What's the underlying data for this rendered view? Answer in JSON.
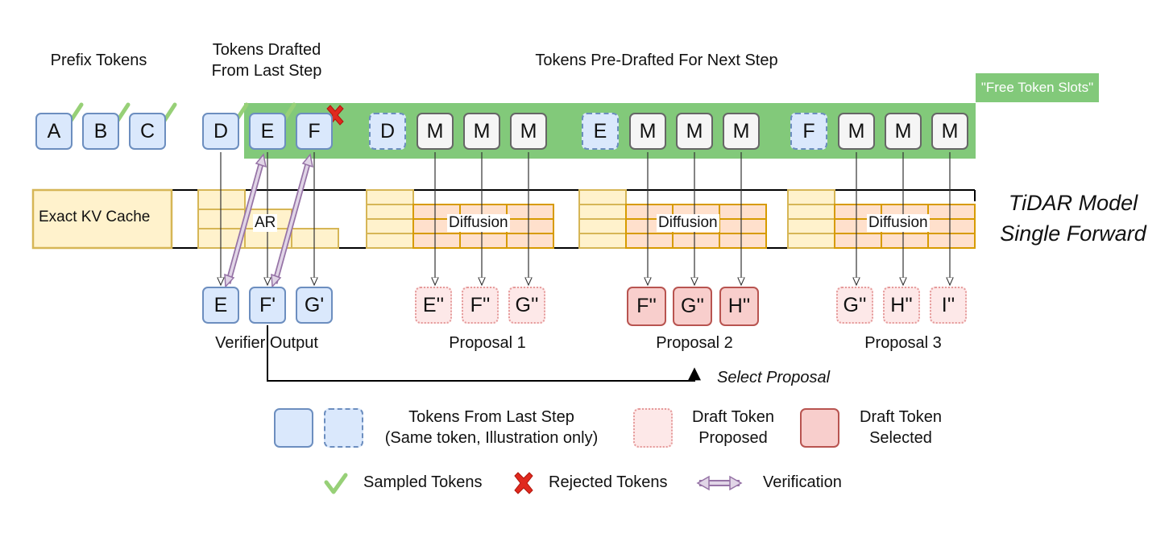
{
  "headers": {
    "prefix": "Prefix Tokens",
    "drafted_line1": "Tokens Drafted",
    "drafted_line2": "From Last Step",
    "predrafted": "Tokens Pre-Drafted For Next Step"
  },
  "free_slots": "\"Free Token Slots\"",
  "model_title_line1": "TiDAR Model",
  "model_title_line2": "Single Forward",
  "input_tokens": {
    "prefix": [
      "A",
      "B",
      "C"
    ],
    "drafted": [
      "D",
      "E",
      "F"
    ],
    "group1": [
      "D",
      "M",
      "M",
      "M"
    ],
    "group2": [
      "E",
      "M",
      "M",
      "M"
    ],
    "group3": [
      "F",
      "M",
      "M",
      "M"
    ]
  },
  "blocks": {
    "kv_cache": "Exact KV Cache",
    "ar": "AR",
    "diffusion": "Diffusion"
  },
  "outputs": {
    "verifier": [
      "E",
      "F'",
      "G'"
    ],
    "proposal1": [
      "E''",
      "F''",
      "G''"
    ],
    "proposal2": [
      "F''",
      "G''",
      "H''"
    ],
    "proposal3": [
      "G''",
      "H''",
      "I''"
    ]
  },
  "captions": {
    "verifier": "Verifier Output",
    "proposal1": "Proposal 1",
    "proposal2": "Proposal 2",
    "proposal3": "Proposal 3",
    "select": "Select Proposal"
  },
  "legend": {
    "tokens_last_step_line1": "Tokens From Last Step",
    "tokens_last_step_line2": "(Same token, Illustration only)",
    "draft_proposed_line1": "Draft Token",
    "draft_proposed_line2": "Proposed",
    "draft_selected_line1": "Draft Token",
    "draft_selected_line2": "Selected",
    "sampled": "Sampled Tokens",
    "rejected": "Rejected Tokens",
    "verification": "Verification"
  },
  "colors": {
    "green_band": "#82c97a",
    "check": "#97d077",
    "reject": "#e0291e",
    "token_blue": "#dae8fc",
    "token_blue_border": "#6c8ebf",
    "block_fill": "#fff2cc",
    "block_border": "#d6b656",
    "diffusion_fill": "#ffe0cc",
    "diffusion_border": "#d79b00",
    "verify_arrow": "#9673a6"
  }
}
